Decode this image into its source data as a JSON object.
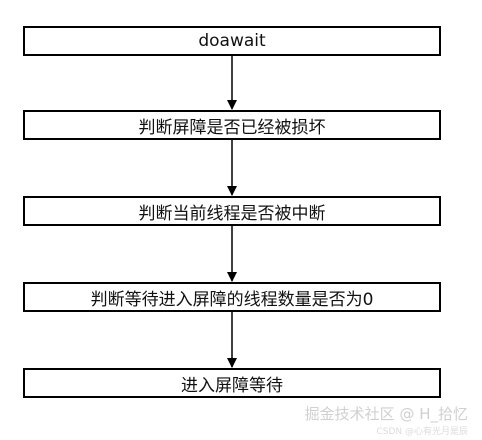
{
  "steps": [
    {
      "label": "doawait"
    },
    {
      "label": "判断屏障是否已经被损坏"
    },
    {
      "label": "判断当前线程是否被中断"
    },
    {
      "label": "判断等待进入屏障的线程数量是否为0"
    },
    {
      "label": "进入屏障等待"
    }
  ],
  "watermark": {
    "main": "掘金技术社区 @ H_拾忆",
    "sub": "CSDN @心有光月是辰"
  },
  "colors": {
    "border": "#000000",
    "background": "#ffffff",
    "watermark": "#d0d0d0"
  }
}
